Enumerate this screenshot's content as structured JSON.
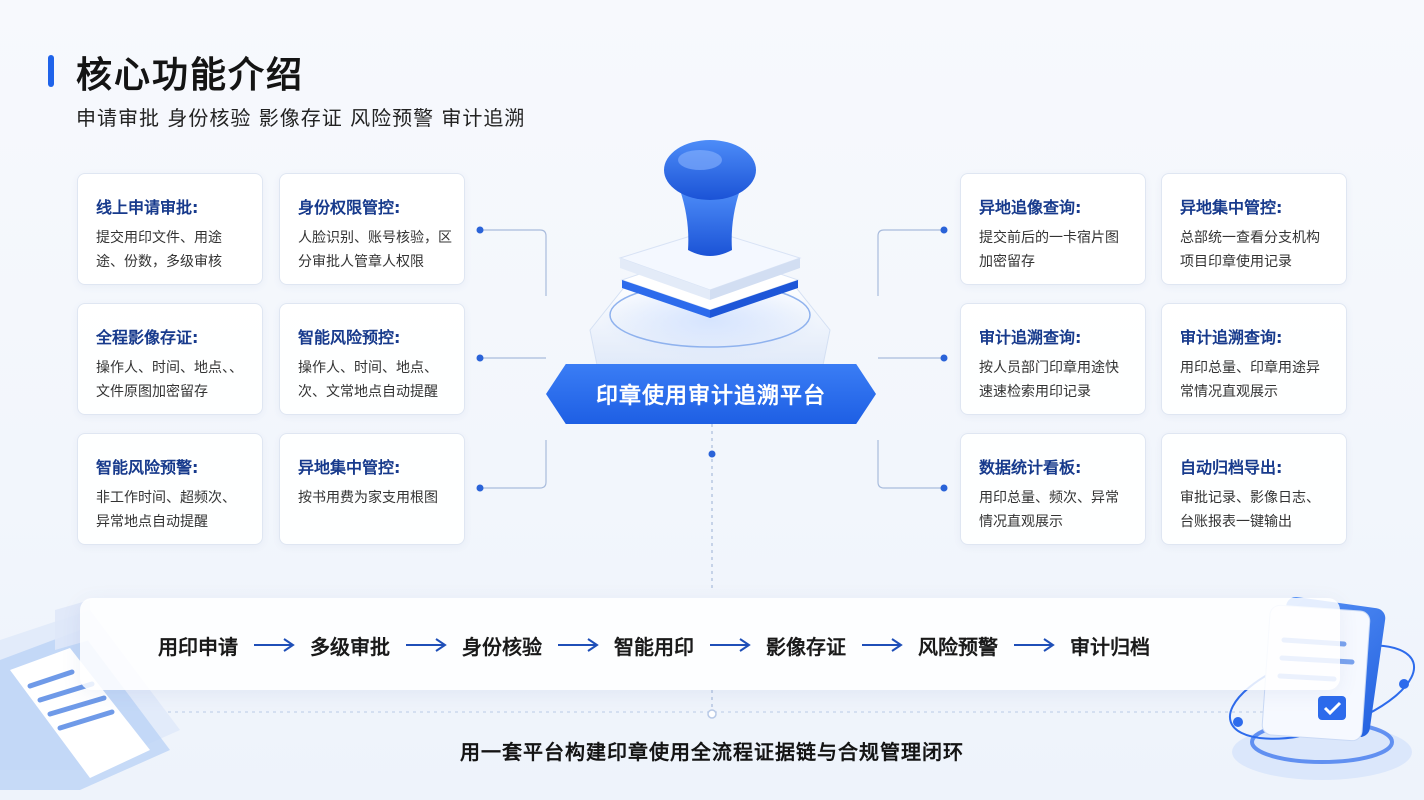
{
  "header": {
    "title": "核心功能介绍",
    "subtitle": "申请审批 身份核验 影像存证 风险预警 审计追溯"
  },
  "platform": {
    "label": "印章使用审计追溯平台"
  },
  "cards_left": [
    {
      "title": "线上申请审批:",
      "desc": "提交用印文件、用途途、份数，多级审核"
    },
    {
      "title": "身份权限管控:",
      "desc": "人脸识别、账号核验，区分审批人管章人权限"
    },
    {
      "title": "全程影像存证:",
      "desc": "操作人、时间、地点、、文件原图加密留存"
    },
    {
      "title": "智能风险预控:",
      "desc": "操作人、时间、地点、次、文常地点自动提醒"
    },
    {
      "title": "智能风险预警:",
      "desc": "非工作时间、超频次、异常地点自动提醒"
    },
    {
      "title": "异地集中管控:",
      "desc": "按书用费为家支用根图"
    }
  ],
  "cards_right": [
    {
      "title": "异地追像查询:",
      "desc": "提交前后的一卡宿片图加密留存"
    },
    {
      "title": "异地集中管控:",
      "desc": "总部统一查看分支机构项目印章使用记录"
    },
    {
      "title": "审计追溯查询:",
      "desc": "按人员部门印章用途快速速检索用印记录"
    },
    {
      "title": "审计追溯查询:",
      "desc": "用印总量、印章用途异常情况直观展示"
    },
    {
      "title": "数据统计看板:",
      "desc": "用印总量、频次、异常情况直观展示"
    },
    {
      "title": "自动归档导出:",
      "desc": "审批记录、影像日志、台账报表一键输出"
    }
  ],
  "flow": {
    "steps": [
      "用印申请",
      "多级审批",
      "身份核验",
      "智能用印",
      "影像存证",
      "风险预警",
      "审计归档"
    ]
  },
  "footer": {
    "text": "用一套平台构建印章使用全流程证据链与合规管理闭环"
  },
  "colors": {
    "accent": "#1f63ea",
    "card_title": "#173a8c",
    "connector": "#9fb3d6",
    "dot": "#2a63d8"
  }
}
